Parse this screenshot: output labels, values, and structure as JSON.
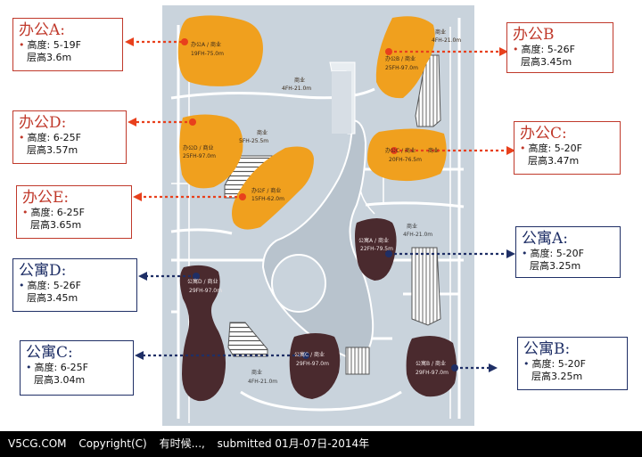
{
  "labels": [
    {
      "id": "office-a",
      "type": "office",
      "title": "办公A:",
      "height_label": "高度:",
      "height": "5-19F",
      "floor_label": "层高",
      "floor": "3.6m"
    },
    {
      "id": "office-b",
      "type": "office",
      "title": "办公B",
      "height_label": "高度:",
      "height": "5-26F",
      "floor_label": "层高",
      "floor": "3.45m"
    },
    {
      "id": "office-c",
      "type": "office",
      "title": "办公C:",
      "height_label": "高度:",
      "height": "5-20F",
      "floor_label": "层高",
      "floor": "3.47m"
    },
    {
      "id": "office-d",
      "type": "office",
      "title": "办公D:",
      "height_label": "高度:",
      "height": "6-25F",
      "floor_label": "层高",
      "floor": "3.57m"
    },
    {
      "id": "office-e",
      "type": "office",
      "title": "办公E:",
      "height_label": "高度:",
      "height": "6-25F",
      "floor_label": "层高",
      "floor": "3.65m"
    },
    {
      "id": "apt-a",
      "type": "apt",
      "title": "公寓A:",
      "height_label": "高度:",
      "height": "5-20F",
      "floor_label": "层高",
      "floor": "3.25m"
    },
    {
      "id": "apt-b",
      "type": "apt",
      "title": "公寓B:",
      "height_label": "高度:",
      "height": "5-20F",
      "floor_label": "层高",
      "floor": "3.25m"
    },
    {
      "id": "apt-c",
      "type": "apt",
      "title": "公寓C:",
      "height_label": "高度:",
      "height": "6-25F",
      "floor_label": "层高",
      "floor": "3.04m"
    },
    {
      "id": "apt-d",
      "type": "apt",
      "title": "公寓D:",
      "height_label": "高度:",
      "height": "5-26F",
      "floor_label": "层高",
      "floor": "3.45m"
    }
  ],
  "plan_text": {
    "office_a": "办公A / 商业",
    "office_a_sub": "19FH-75.0m",
    "office_b": "办公B / 商业",
    "office_b_sub": "25FH-97.0m",
    "office_b_retail": "商业",
    "office_b_retail_sub": "4FH-21.0m",
    "office_c": "办公C / 商业",
    "office_c_sub": "20FH-76.5m",
    "office_c_retail": "商业",
    "office_d": "办公D / 商业",
    "office_d_sub": "25FH-97.0m",
    "office_d_retail": "商业",
    "office_d_retail_sub": "5FH-25.5m",
    "office_e": "办公F / 商业",
    "office_e_sub": "15FH-62.0m",
    "retail_top": "商业",
    "retail_top_sub": "4FH-21.0m",
    "apt_a": "公寓A / 商业",
    "apt_a_sub": "22FH-79.5m",
    "apt_a_retail": "商业",
    "apt_a_retail_sub": "4FH-21.0m",
    "apt_d": "公寓D / 商业",
    "apt_d_sub": "29FH-97.0m",
    "apt_c": "公寓C / 商业",
    "apt_c_sub": "29FH-97.0m",
    "apt_b": "公寓B / 商业",
    "apt_b_sub": "29FH-97.0m",
    "retail_bottom": "商业",
    "retail_bottom_sub": "4FH-21.0m"
  },
  "footer": {
    "site": "V5CG.COM",
    "copyright": "Copyright(C)",
    "author": "有时候...,",
    "submitted": "submitted 01月-07日-2014年"
  },
  "colors": {
    "office": "#f0a01e",
    "apartment": "#4a2a2e",
    "site": "#c9d3dc",
    "road": "#ffffff",
    "plaza": "#b8c3cd",
    "office_label": "#c0392b",
    "apartment_label": "#1f2f66"
  }
}
